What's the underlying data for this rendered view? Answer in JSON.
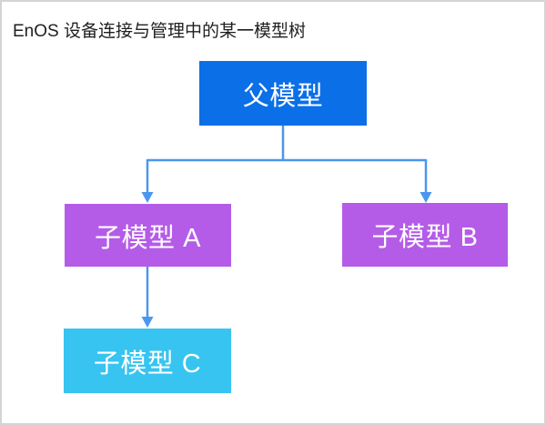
{
  "diagram": {
    "title": "EnOS 设备连接与管理中的某一模型树",
    "nodes": [
      {
        "id": "parent-model",
        "label": "父模型",
        "color": "#0b6fe8"
      },
      {
        "id": "child-model-a",
        "label": "子模型 A",
        "color": "#b45ce8"
      },
      {
        "id": "child-model-b",
        "label": "子模型 B",
        "color": "#b45ce8"
      },
      {
        "id": "child-model-c",
        "label": "子模型 C",
        "color": "#38c4f0"
      }
    ],
    "edges": [
      {
        "from": "parent-model",
        "to": "child-model-a"
      },
      {
        "from": "parent-model",
        "to": "child-model-b"
      },
      {
        "from": "child-model-a",
        "to": "child-model-c"
      }
    ],
    "connector_color": "#4a97ee",
    "node_text_color": "#ffffff",
    "title_color": "#1f1f1f",
    "frame_border_color": "#d4d4d4"
  }
}
